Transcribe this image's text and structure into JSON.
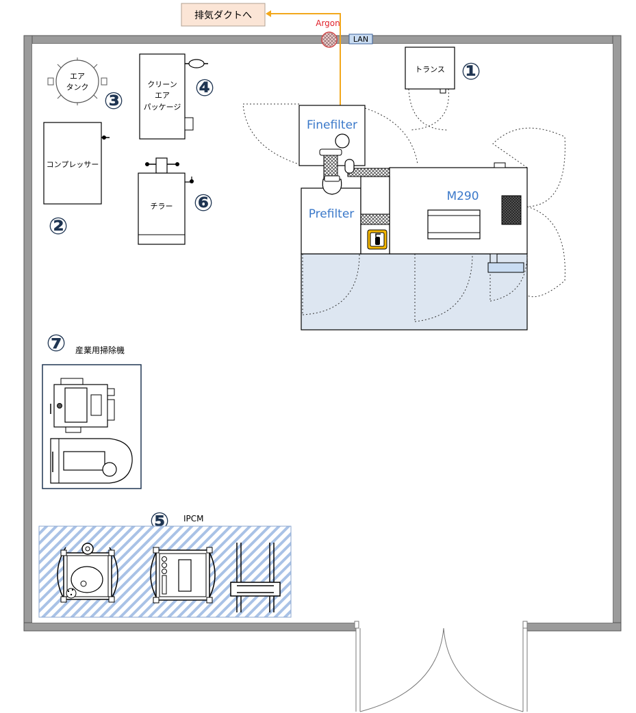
{
  "labels": {
    "exhaust": "排気ダクトへ",
    "argon": "Argon",
    "lan": "LAN",
    "trans": "トランス",
    "air_tank_1": "エア",
    "air_tank_2": "タンク",
    "compressor": "コンプレッサー",
    "clean_air_1": "クリーン",
    "clean_air_2": "エア",
    "clean_air_3": "パッケージ",
    "chiller": "チラー",
    "finefilter": "Finefilter",
    "prefilter": "Prefilter",
    "m290": "M290",
    "vacuum": "産業用掃除機",
    "ipcm": "IPCM"
  },
  "numbers": {
    "n1": "①",
    "n2": "②",
    "n3": "③",
    "n4": "④",
    "n5": "⑤",
    "n6": "⑥",
    "n7": "⑦"
  },
  "colors": {
    "wall": "#9b9b9b",
    "wall_edge": "#555555",
    "machine_blue": "#3a78c9",
    "argon_red": "#e0202a",
    "argon_line": "#f2a71b",
    "exhaust_bg": "#fbe5d6",
    "machine_zone": "#dde6f1",
    "number_navy": "#1f3552",
    "hatch": "#a9c2e6"
  }
}
